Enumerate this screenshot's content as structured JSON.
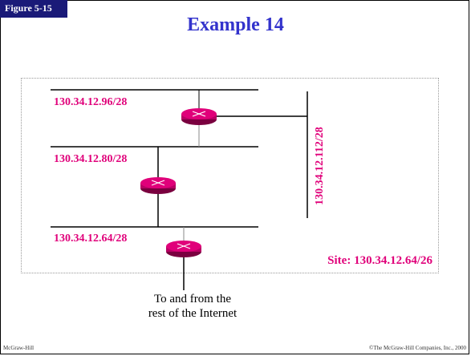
{
  "figure_label": "Figure  5-15",
  "title": "Example 14",
  "networks": [
    {
      "address": "130.34.12.96/28"
    },
    {
      "address": "130.34.12.80/28"
    },
    {
      "address": "130.34.12.64/28"
    },
    {
      "address": "130.34.12.112/28"
    }
  ],
  "site_label": "Site: 130.34.12.64/26",
  "internet_text": [
    "To and from the",
    "rest of the Internet"
  ],
  "footer": {
    "left": "McGraw-Hill",
    "right": "©The McGraw-Hill Companies, Inc., 2000"
  },
  "colors": {
    "accent_label": "#e0007a",
    "router_fill": "#e0007a",
    "title": "#3333cc",
    "figure_badge": "#1a1a78"
  }
}
